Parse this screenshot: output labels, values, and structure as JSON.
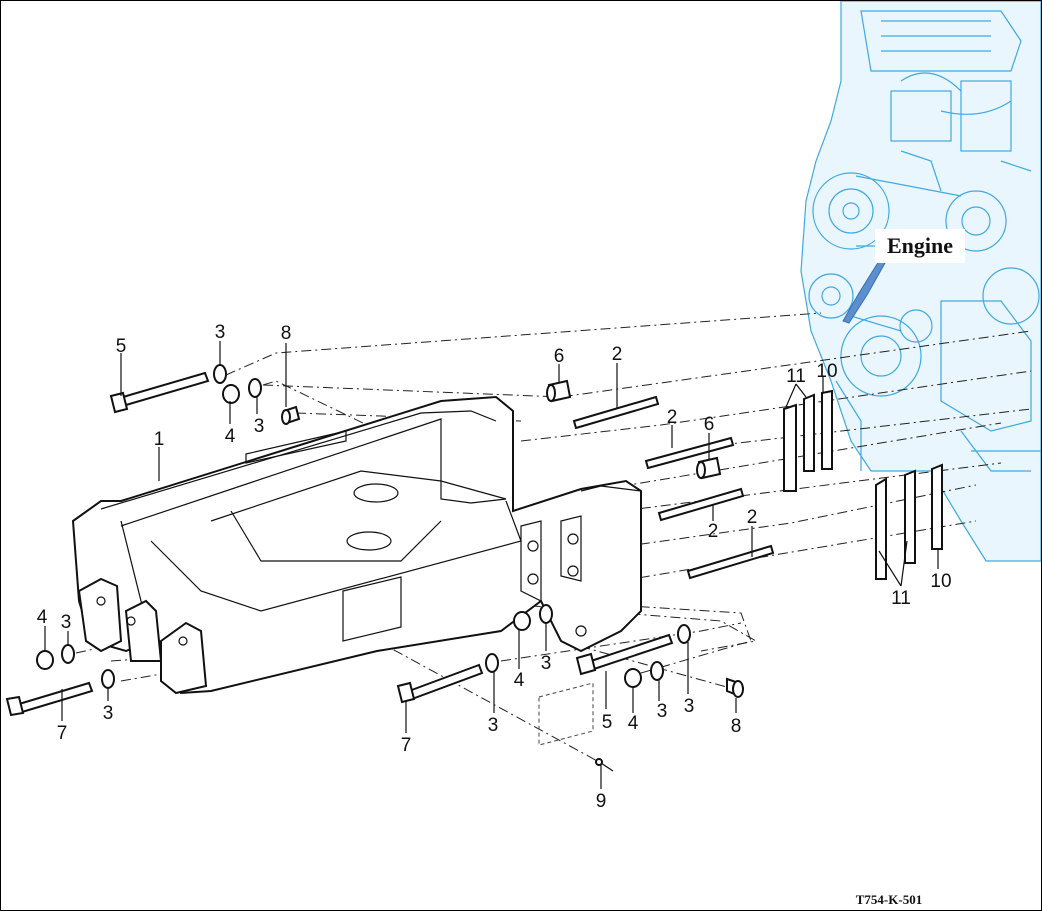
{
  "diagram": {
    "type": "exploded parts view",
    "figure_code": "T754-K-501",
    "callout_label": "Engine",
    "colors": {
      "line": "#111111",
      "engine": "#3fa9e0",
      "callout_arrow": "#5b8fd0"
    },
    "callouts": [
      {
        "id": "c1",
        "number": "1"
      },
      {
        "id": "c2a",
        "number": "2"
      },
      {
        "id": "c2b",
        "number": "2"
      },
      {
        "id": "c2c",
        "number": "2"
      },
      {
        "id": "c2d",
        "number": "2"
      },
      {
        "id": "c3a",
        "number": "3"
      },
      {
        "id": "c3b",
        "number": "3"
      },
      {
        "id": "c3c",
        "number": "3"
      },
      {
        "id": "c3d",
        "number": "3"
      },
      {
        "id": "c3e",
        "number": "3"
      },
      {
        "id": "c3f",
        "number": "3"
      },
      {
        "id": "c3g",
        "number": "3"
      },
      {
        "id": "c3h",
        "number": "3"
      },
      {
        "id": "c4a",
        "number": "4"
      },
      {
        "id": "c4b",
        "number": "4"
      },
      {
        "id": "c4c",
        "number": "4"
      },
      {
        "id": "c4d",
        "number": "4"
      },
      {
        "id": "c5a",
        "number": "5"
      },
      {
        "id": "c5b",
        "number": "5"
      },
      {
        "id": "c6a",
        "number": "6"
      },
      {
        "id": "c6b",
        "number": "6"
      },
      {
        "id": "c7a",
        "number": "7"
      },
      {
        "id": "c7b",
        "number": "7"
      },
      {
        "id": "c8a",
        "number": "8"
      },
      {
        "id": "c8b",
        "number": "8"
      },
      {
        "id": "c9",
        "number": "9"
      },
      {
        "id": "c10a",
        "number": "10"
      },
      {
        "id": "c10b",
        "number": "10"
      },
      {
        "id": "c11a",
        "number": "11"
      },
      {
        "id": "c11b",
        "number": "11"
      }
    ]
  }
}
